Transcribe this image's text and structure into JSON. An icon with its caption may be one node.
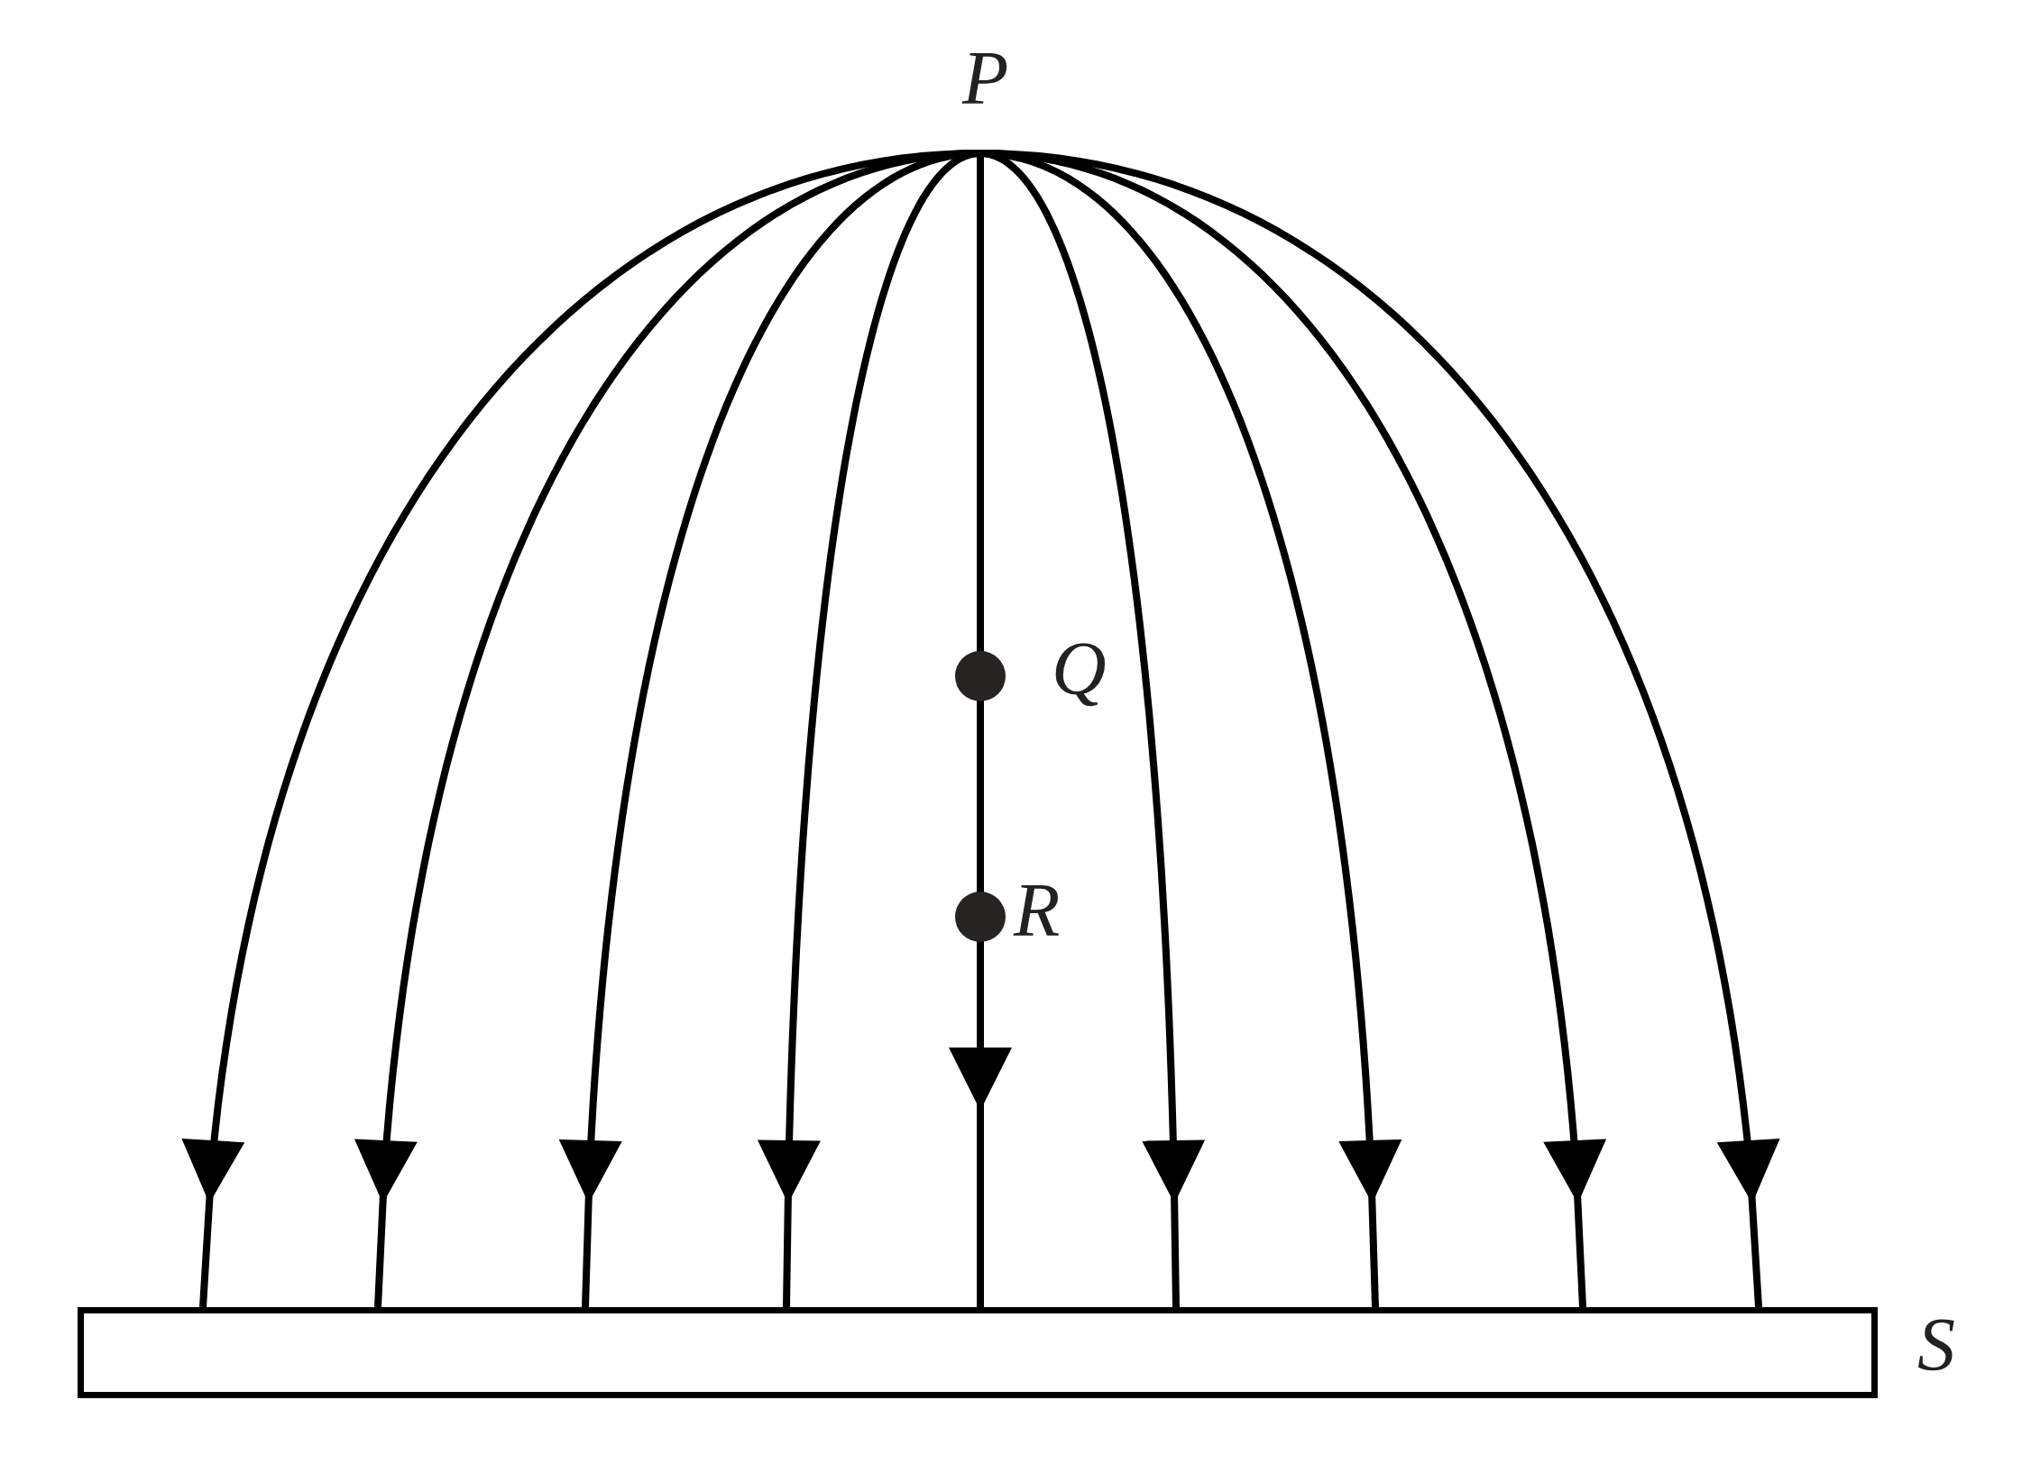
{
  "diagram": {
    "nodes": [
      {
        "text": [
          "P"
        ]
      },
      {
        "text": [
          "S"
        ]
      }
    ],
    "edges": [
      {
        "from": 0,
        "to": 1,
        "arrow": "to"
      },
      {
        "from": 0,
        "to": 1,
        "arrow": "to"
      },
      {
        "from": 0,
        "to": 1,
        "arrow": "to"
      },
      {
        "from": 0,
        "to": 1,
        "arrow": "to"
      },
      {
        "from": 0,
        "to": 1,
        "arrow": "to"
      },
      {
        "from": 0,
        "to": 1,
        "arrow": "to"
      },
      {
        "from": 0,
        "to": 1,
        "arrow": "to"
      },
      {
        "from": 0,
        "to": 1,
        "arrow": "to"
      },
      {
        "from": 0,
        "to": 1,
        "arrow": "to"
      }
    ],
    "labels": [
      "Q",
      "R"
    ]
  }
}
